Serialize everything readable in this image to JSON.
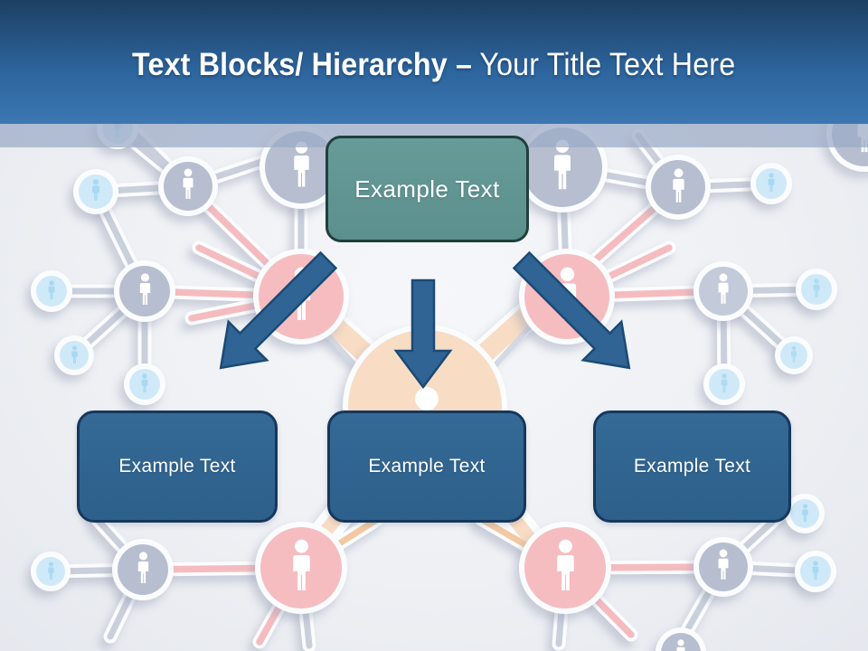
{
  "header": {
    "title_bold": "Text Blocks/ Hierarchy –",
    "title_regular": "Your Title Text Here"
  },
  "diagram": {
    "top_box": {
      "label": "Example Text",
      "fill": "#5f9390",
      "border": "#20403d"
    },
    "bottom_boxes": [
      {
        "label": "Example Text"
      },
      {
        "label": "Example Text"
      },
      {
        "label": "Example Text"
      }
    ],
    "bottom_box_fill": "#31658f",
    "bottom_box_border": "#16375d",
    "arrow_fill": "#2f6494",
    "arrow_stroke": "#1b4a75"
  },
  "theme": {
    "header_gradient_top": "#1c4063",
    "header_gradient_bottom": "#3d78b2",
    "header_band": "#9dabc6",
    "background": "#eef0f4",
    "node_gray": "#b6bed0",
    "node_blue": "#cfe9f8",
    "node_pink": "#f6bdc0",
    "node_peach": "#f8dcc4",
    "person_blue": "#a9d9f2",
    "person_light": "#ffffff"
  },
  "icons": {
    "background_icon": "person-icon"
  }
}
